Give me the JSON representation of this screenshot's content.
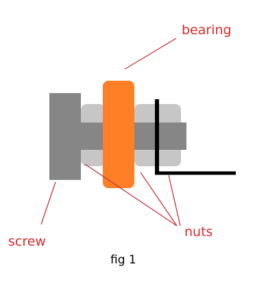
{
  "figure": {
    "caption": "fig 1",
    "labels": {
      "bearing": "bearing",
      "screw": "screw",
      "nuts": "nuts"
    },
    "parts": {
      "screw": "screw",
      "bearing": "bearing",
      "nuts": "nuts",
      "bracket": "bracket"
    }
  },
  "colors": {
    "label_text": "#d42a2a",
    "leader_line": "#c0343a",
    "screw_gray": "#868686",
    "nut_gray": "#c6c6c6",
    "bearing_orange": "#ff7f27",
    "bracket_black": "#000000"
  }
}
